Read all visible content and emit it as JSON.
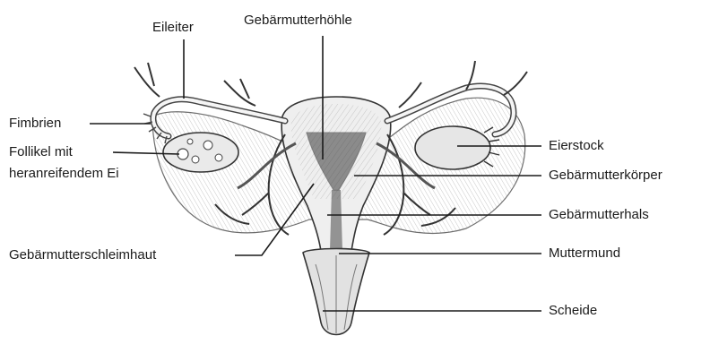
{
  "labels": {
    "eileiter": "Eileiter",
    "gebaermutterhoehle": "Gebärmutterhöhle",
    "fimbrien": "Fimbrien",
    "follikel_line1": "Follikel mit",
    "follikel_line2": "heranreifendem Ei",
    "eierstock": "Eierstock",
    "gebaermutterkoerper": "Gebärmutterkörper",
    "gebaermutterhals": "Gebärmutterhals",
    "gebaermutterschleimhaut": "Gebärmutterschleimhaut",
    "muttermund": "Muttermund",
    "scheide": "Scheide"
  }
}
